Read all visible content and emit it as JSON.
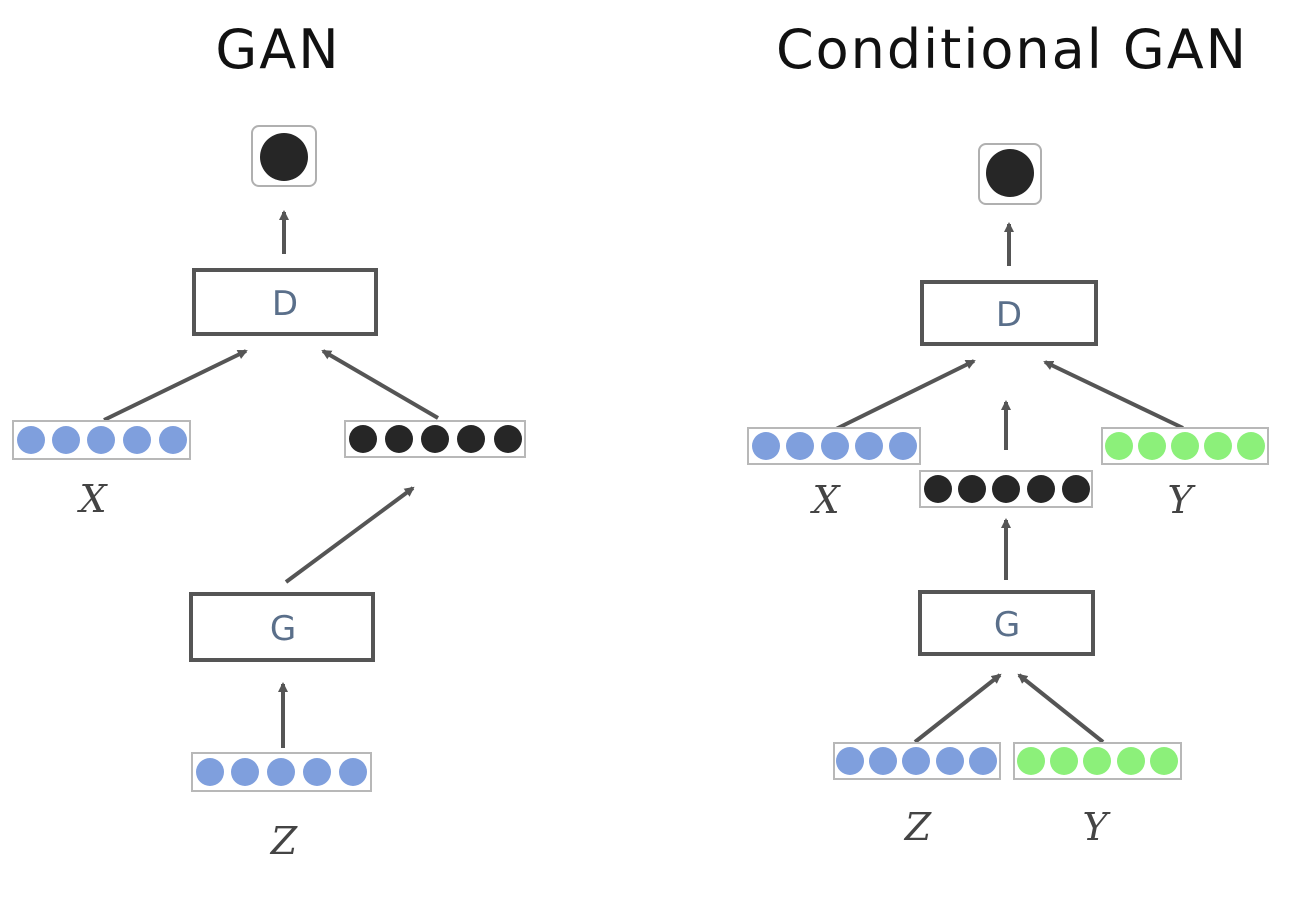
{
  "gan": {
    "title": "GAN",
    "d_label": "D",
    "g_label": "G",
    "x_label": "X",
    "z_label": "Z"
  },
  "cgan": {
    "title": "Conditional GAN",
    "d_label": "D",
    "g_label": "G",
    "x_label": "X",
    "y_top_label": "Y",
    "z_label": "Z",
    "y_bottom_label": "Y"
  },
  "colors": {
    "blue_node": "#7f9fdd",
    "dark_node": "#262626",
    "green_node": "#8cf07a"
  }
}
